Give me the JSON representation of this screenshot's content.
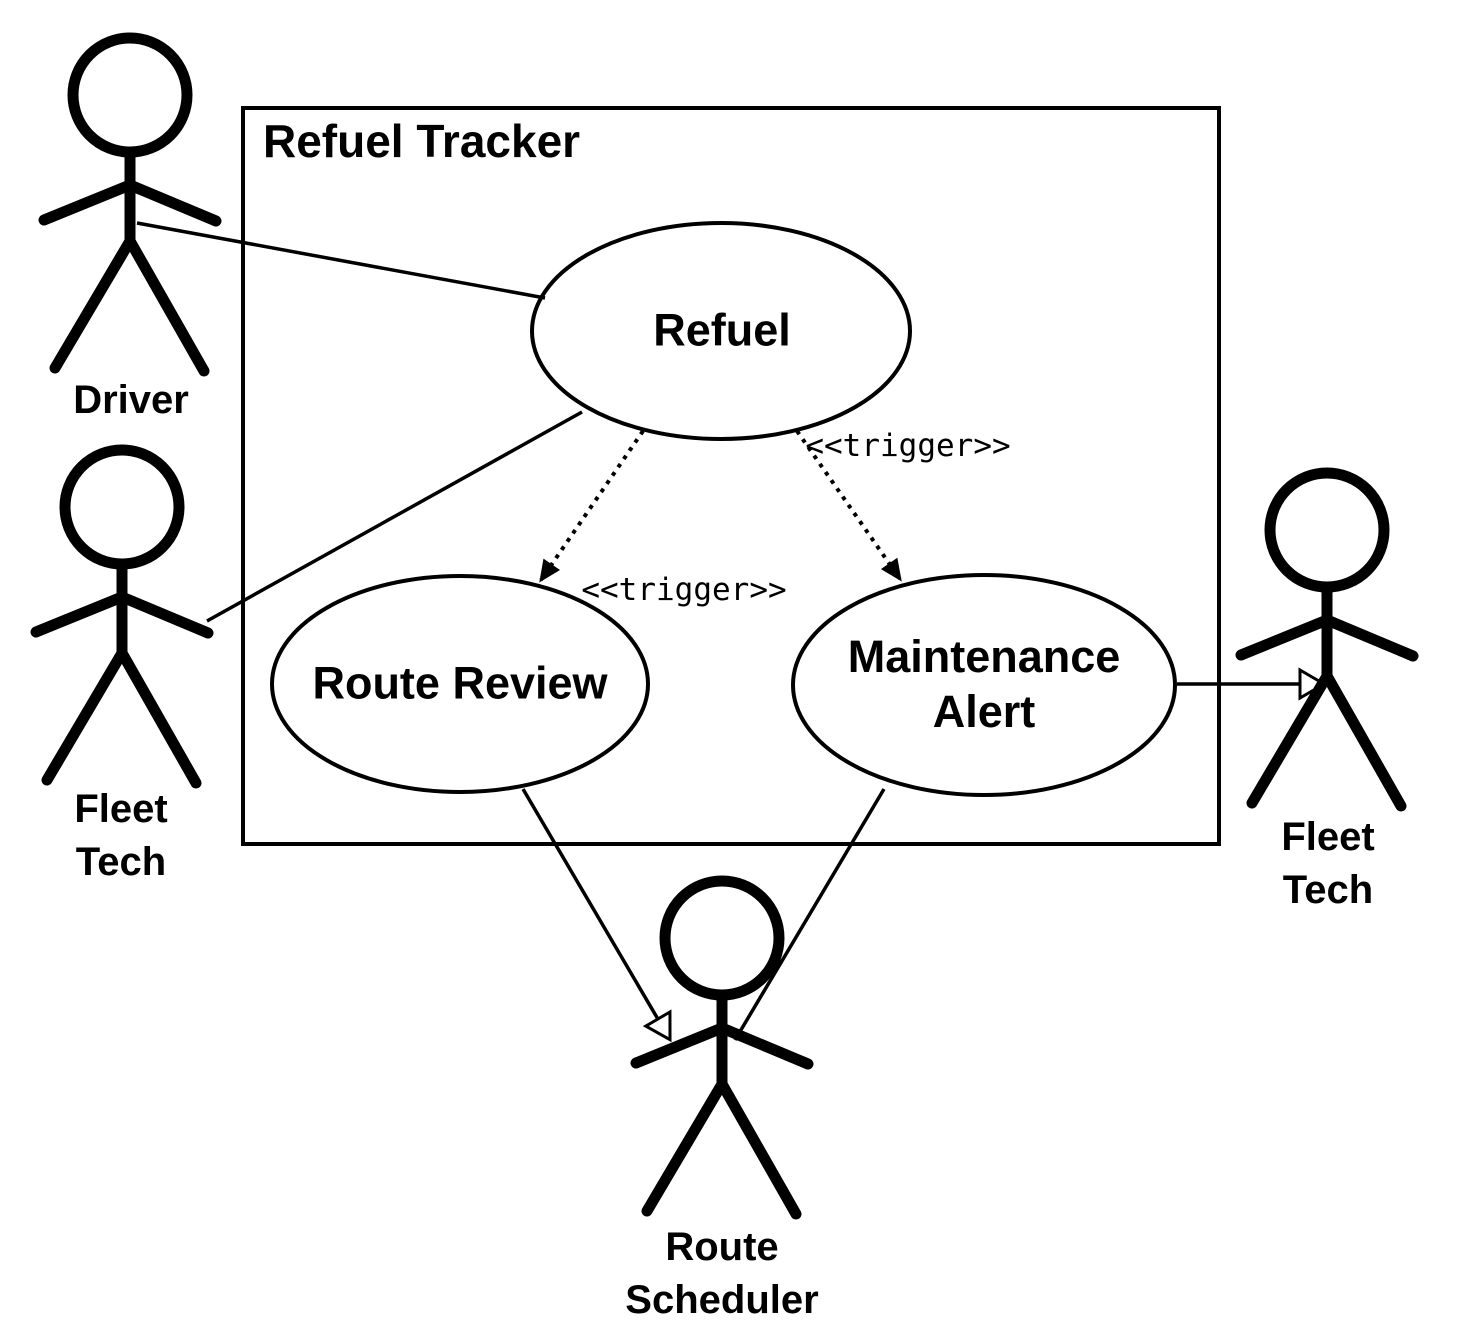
{
  "diagram": {
    "type": "uml-use-case",
    "system": {
      "title": "Refuel Tracker"
    },
    "use_cases": [
      {
        "id": "refuel",
        "label": "Refuel"
      },
      {
        "id": "route-review",
        "label": "Route Review"
      },
      {
        "id": "maintenance-alert",
        "label": "Maintenance Alert"
      }
    ],
    "actors": [
      {
        "id": "driver",
        "label": "Driver"
      },
      {
        "id": "fleet-tech-left",
        "label": "Fleet Tech"
      },
      {
        "id": "fleet-tech-right",
        "label": "Fleet Tech"
      },
      {
        "id": "route-scheduler",
        "label": "Route Scheduler"
      }
    ],
    "stereotype_labels": [
      {
        "id": "trigger-route-review",
        "text": "<<trigger>>"
      },
      {
        "id": "trigger-maintenance-alert",
        "text": "<<trigger>>"
      }
    ],
    "relationships": [
      {
        "from": "Driver",
        "to": "Refuel",
        "type": "association"
      },
      {
        "from": "Fleet Tech (left)",
        "to": "Refuel",
        "type": "association"
      },
      {
        "from": "Refuel",
        "to": "Route Review",
        "type": "dependency",
        "stereotype": "<<trigger>>"
      },
      {
        "from": "Refuel",
        "to": "Maintenance Alert",
        "type": "dependency",
        "stereotype": "<<trigger>>"
      },
      {
        "from": "Maintenance Alert",
        "to": "Fleet Tech (right)",
        "type": "directed-association"
      },
      {
        "from": "Route Review",
        "to": "Route Scheduler",
        "type": "directed-association"
      },
      {
        "from": "Maintenance Alert",
        "to": "Route Scheduler",
        "type": "association"
      }
    ],
    "colors": {
      "ink": "#000000",
      "background": "#ffffff"
    }
  }
}
